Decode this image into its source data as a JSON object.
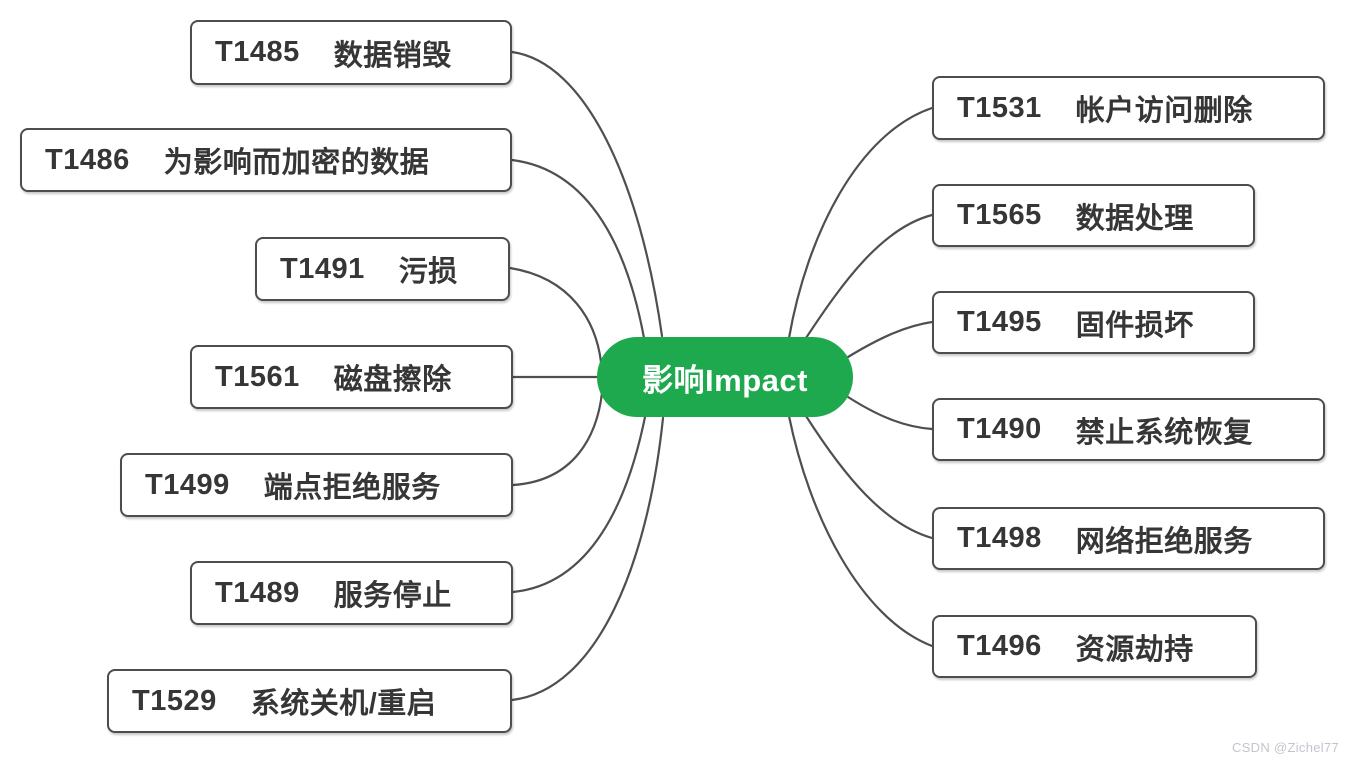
{
  "center": {
    "label": "影响Impact",
    "color": "#1fa94e",
    "text_color": "#ffffff"
  },
  "left_nodes": [
    {
      "code": "T1485",
      "label": "数据销毁"
    },
    {
      "code": "T1486",
      "label": "为影响而加密的数据"
    },
    {
      "code": "T1491",
      "label": "污损"
    },
    {
      "code": "T1561",
      "label": "磁盘擦除"
    },
    {
      "code": "T1499",
      "label": "端点拒绝服务"
    },
    {
      "code": "T1489",
      "label": "服务停止"
    },
    {
      "code": "T1529",
      "label": "系统关机/重启"
    }
  ],
  "right_nodes": [
    {
      "code": "T1531",
      "label": "帐户访问删除"
    },
    {
      "code": "T1565",
      "label": "数据处理"
    },
    {
      "code": "T1495",
      "label": "固件损坏"
    },
    {
      "code": "T1490",
      "label": "禁止系统恢复"
    },
    {
      "code": "T1498",
      "label": "网络拒绝服务"
    },
    {
      "code": "T1496",
      "label": "资源劫持"
    }
  ],
  "watermark": "CSDN @Zichel77",
  "colors": {
    "accent_green": "#1fa94e",
    "node_border": "#4d4d4d",
    "connector_line": "#4f4f4f",
    "node_text": "#363636",
    "background": "#ffffff"
  }
}
